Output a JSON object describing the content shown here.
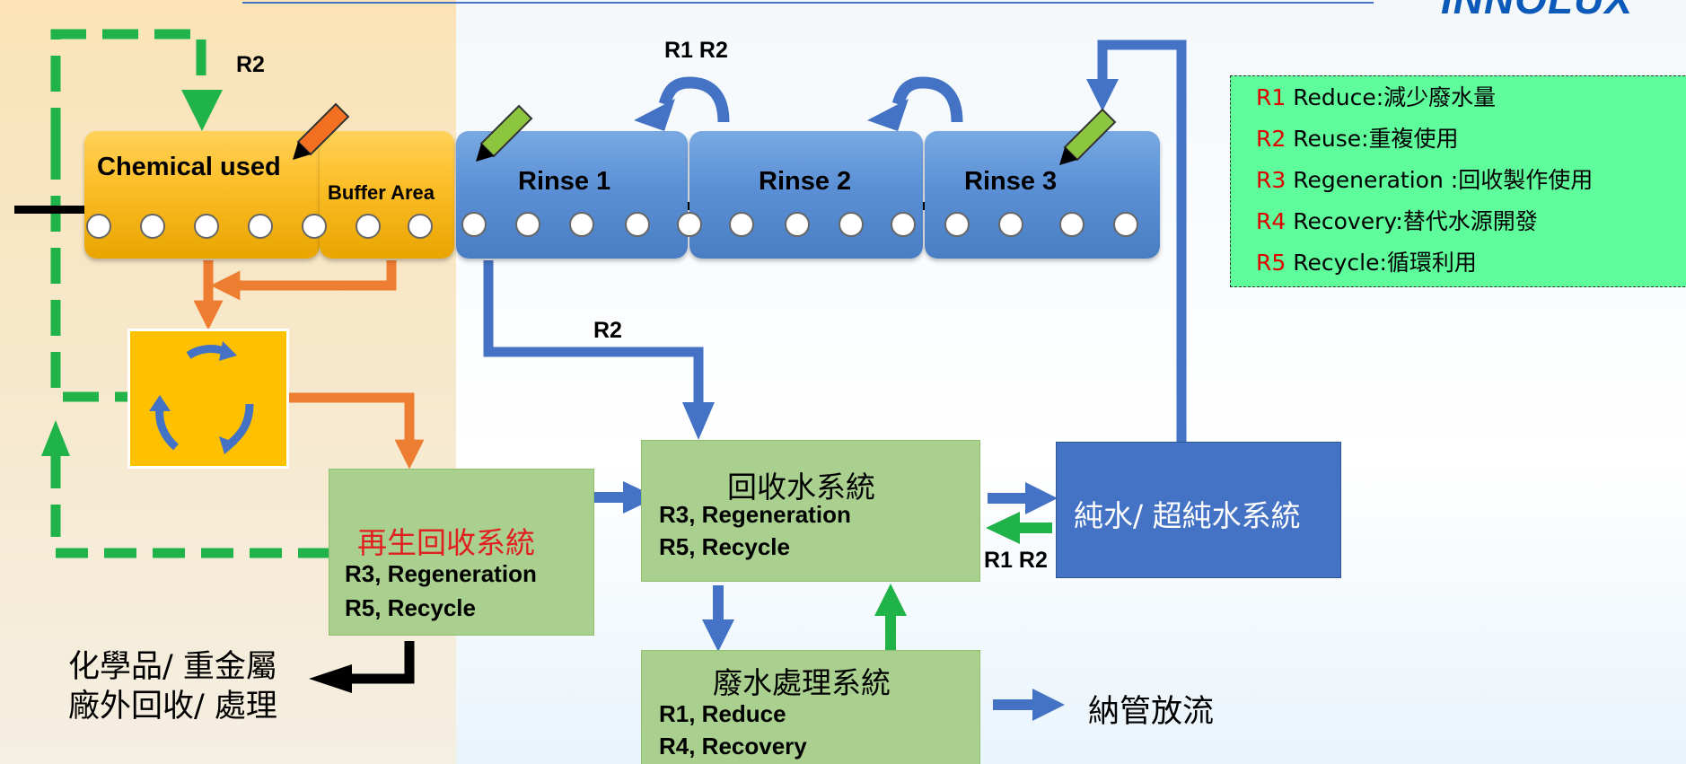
{
  "header": {
    "title": "",
    "logo": "INNOLUX"
  },
  "tanks": {
    "chemical": "Chemical used",
    "buffer": "Buffer Area",
    "rinse1": "Rinse 1",
    "rinse2": "Rinse 2",
    "rinse3": "Rinse 3"
  },
  "labels": {
    "r2_top_left": "R2",
    "r1r2_top": "R1 R2",
    "r2_mid": "R2",
    "r1r2_purewater": "R1 R2",
    "discharge": "納管放流",
    "offsite": [
      "化學品/ 重金屬",
      "廠外回收/ 處理"
    ]
  },
  "boxes": {
    "regeneration": {
      "title": "再生回收系統",
      "lines": [
        "R3, Regeneration",
        "R5, Recycle"
      ]
    },
    "recovery": {
      "title": "回收水系統",
      "lines": [
        "R3, Regeneration",
        "R5, Recycle"
      ]
    },
    "purewater": {
      "title": "純水/ 超純水系統"
    },
    "wastewater": {
      "title": "廢水處理系統",
      "lines": [
        "R1, Reduce",
        "R4, Recovery"
      ]
    }
  },
  "legend": [
    {
      "key": "R1",
      "text": "Reduce:減少廢水量"
    },
    {
      "key": "R2",
      "text": "Reuse:重複使用"
    },
    {
      "key": "R3",
      "text": "Regeneration :回收製作使用"
    },
    {
      "key": "R4",
      "text": "Recovery:替代水源開發"
    },
    {
      "key": "R5",
      "text": "Recycle:循環利用"
    }
  ],
  "colors": {
    "chemical_tank": "#fdbf2a",
    "rinse_tank": "#5b90d6",
    "green_flow": "#1fb34a",
    "orange_flow": "#ed7d31",
    "blue_flow": "#4472c4",
    "green_box": "#a9d08e",
    "legend_bg": "#5ffc9b",
    "legend_key": "#e00000"
  }
}
